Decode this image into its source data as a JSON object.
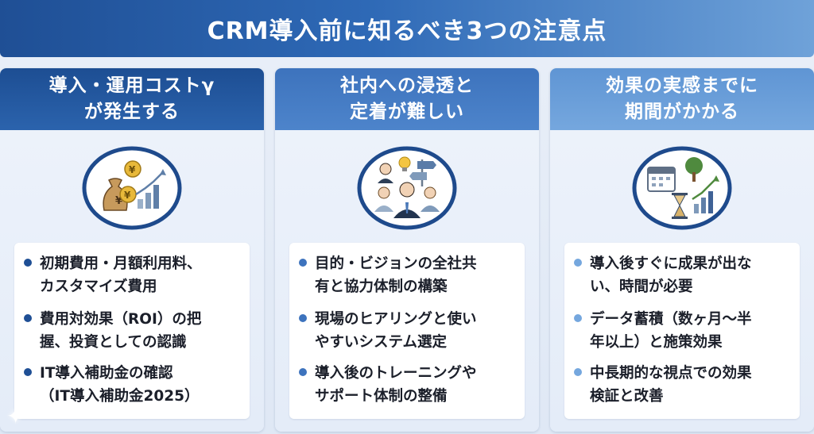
{
  "banner": {
    "title": "CRM導入前に知るべき3つの注意点"
  },
  "columns": [
    {
      "title_line1": "導入・運用コストγ",
      "title_line2": "が発生する",
      "icon": "money-bag-yen-chart-icon",
      "items": [
        "初期費用・月額利用料、\nカスタマイズ費用",
        "費用対効果（ROI）の把\n握、投資としての認識",
        "IT導入補助金の確認\n（IT導入補助金2025）"
      ]
    },
    {
      "title_line1": "社内への浸透と",
      "title_line2": "定着が難しい",
      "icon": "team-people-direction-icon",
      "items": [
        "目的・ビジョンの全社共\n有と協力体制の構築",
        "現場のヒアリングと使い\nやすいシステム選定",
        "導入後のトレーニングや\nサポート体制の整備"
      ]
    },
    {
      "title_line1": "効果の実感までに",
      "title_line2": "期間がかかる",
      "icon": "calendar-hourglass-growth-icon",
      "items": [
        "導入後すぐに成果が出な\nい、時間が必要",
        "データ蓄積（数ヶ月〜半\n年以上）と施策効果",
        "中長期的な視点での効果\n検証と改善"
      ]
    }
  ],
  "colors": {
    "banner_start": "#1f4f95",
    "banner_end": "#6fa2d9",
    "column1_head": "#1d4e93",
    "column2_head": "#3d73bd",
    "column3_head": "#75a7de",
    "icon_ring": "#1e4a8c",
    "gold": "#e8b93a"
  }
}
